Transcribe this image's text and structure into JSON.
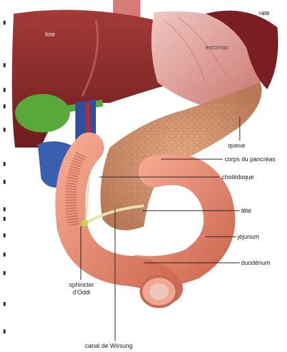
{
  "labels": {
    "foie": "foie",
    "estomac": "estomac",
    "rate": "rate",
    "queue": "queue",
    "corps": "corps du pancréas",
    "choledoque": "cholédoque",
    "tete": "tête",
    "jejunum": "jéjunum",
    "duodenum": "duodénum",
    "sphincter": "sphincter\nd'Oddi",
    "wirsung": "canal de Wirsung"
  },
  "colors": {
    "liver": "#8e2a2a",
    "stomach": "#e6a3a0",
    "spleen": "#7a1e24",
    "pancreas": "#d99a73",
    "duodenum": "#e8896f",
    "gallbladder": "#58a83a",
    "vein": "#2f4f9e",
    "leader": "#222222"
  },
  "icons": {
    "margin": "scan-binding-marks"
  }
}
